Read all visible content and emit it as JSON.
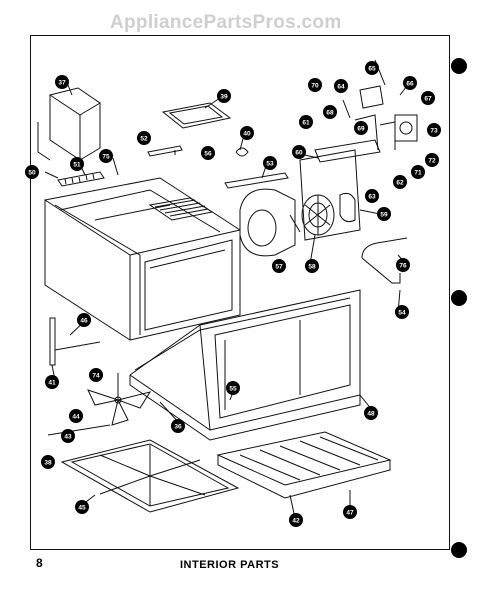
{
  "watermark": "AppliancePartsPros.com",
  "page_number": "8",
  "caption": "INTERIOR PARTS",
  "part_callouts": [
    "37",
    "39",
    "40",
    "51",
    "52",
    "53",
    "75",
    "50",
    "56",
    "57",
    "58",
    "59",
    "60",
    "61",
    "62",
    "63",
    "64",
    "65",
    "66",
    "67",
    "68",
    "69",
    "70",
    "71",
    "72",
    "73",
    "76",
    "54",
    "41",
    "46",
    "74",
    "44",
    "43",
    "38",
    "36",
    "55",
    "48",
    "42",
    "47",
    "45"
  ]
}
